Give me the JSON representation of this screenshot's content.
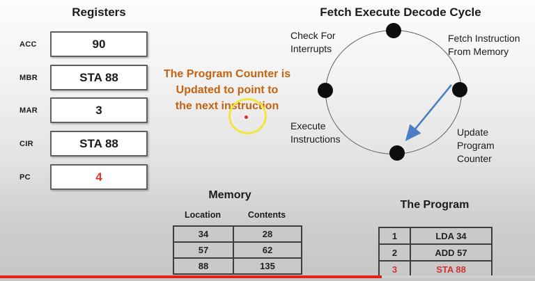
{
  "registers": {
    "title": "Registers",
    "items": [
      {
        "label": "ACC",
        "value": "90"
      },
      {
        "label": "MBR",
        "value": "STA 88"
      },
      {
        "label": "MAR",
        "value": "3"
      },
      {
        "label": "CIR",
        "value": "STA 88"
      },
      {
        "label": "PC",
        "value": "4"
      }
    ],
    "pc_value_color": "#e0352b"
  },
  "annotation": {
    "line1": "The Program Counter is",
    "line2": "Updated to point to",
    "line3": "the next instruction",
    "color": "#c5620f"
  },
  "cycle": {
    "title": "Fetch Execute Decode Cycle",
    "steps": [
      {
        "line1": "Check For",
        "line2": "Interrupts"
      },
      {
        "line1": "Fetch Instruction",
        "line2": "From Memory"
      },
      {
        "line1": "Execute",
        "line2": "Instructions"
      },
      {
        "line1": "Update",
        "line2": "Program",
        "line3": "Counter"
      }
    ],
    "arrow_color": "#4b7ec5"
  },
  "memory": {
    "title": "Memory",
    "col1_header": "Location",
    "col2_header": "Contents",
    "rows": [
      {
        "location": "34",
        "contents": "28"
      },
      {
        "location": "57",
        "contents": "62"
      },
      {
        "location": "88",
        "contents": "135"
      }
    ]
  },
  "program": {
    "title": "The Program",
    "rows": [
      {
        "num": "1",
        "instruction": "LDA 34"
      },
      {
        "num": "2",
        "instruction": "ADD 57"
      },
      {
        "num": "3",
        "instruction": "STA 88"
      }
    ],
    "highlight_color": "#d13030"
  },
  "player": {
    "progress_percent": 71.4,
    "bar_color": "#e62117"
  }
}
